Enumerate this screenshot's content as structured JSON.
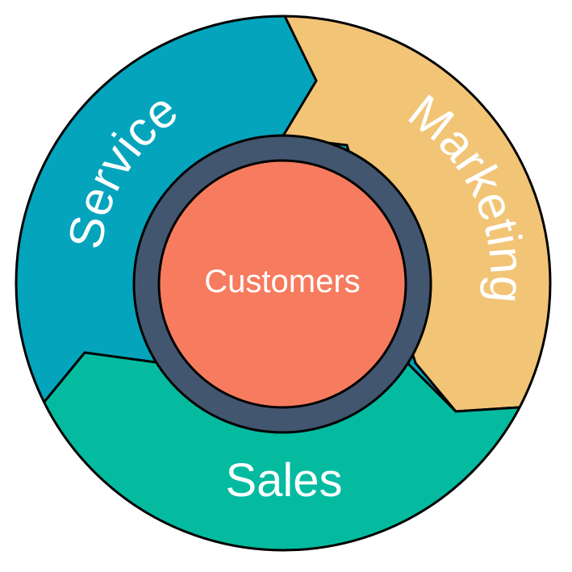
{
  "center": {
    "label": "Customers",
    "color": "#F77B5E",
    "ring_color": "#435670"
  },
  "segments": [
    {
      "key": "service",
      "label": "Service",
      "color": "#04A4BC"
    },
    {
      "key": "marketing",
      "label": "Marketing",
      "color": "#F2C476"
    },
    {
      "key": "sales",
      "label": "Sales",
      "color": "#04BBA0"
    }
  ],
  "outline_color": "#000000"
}
